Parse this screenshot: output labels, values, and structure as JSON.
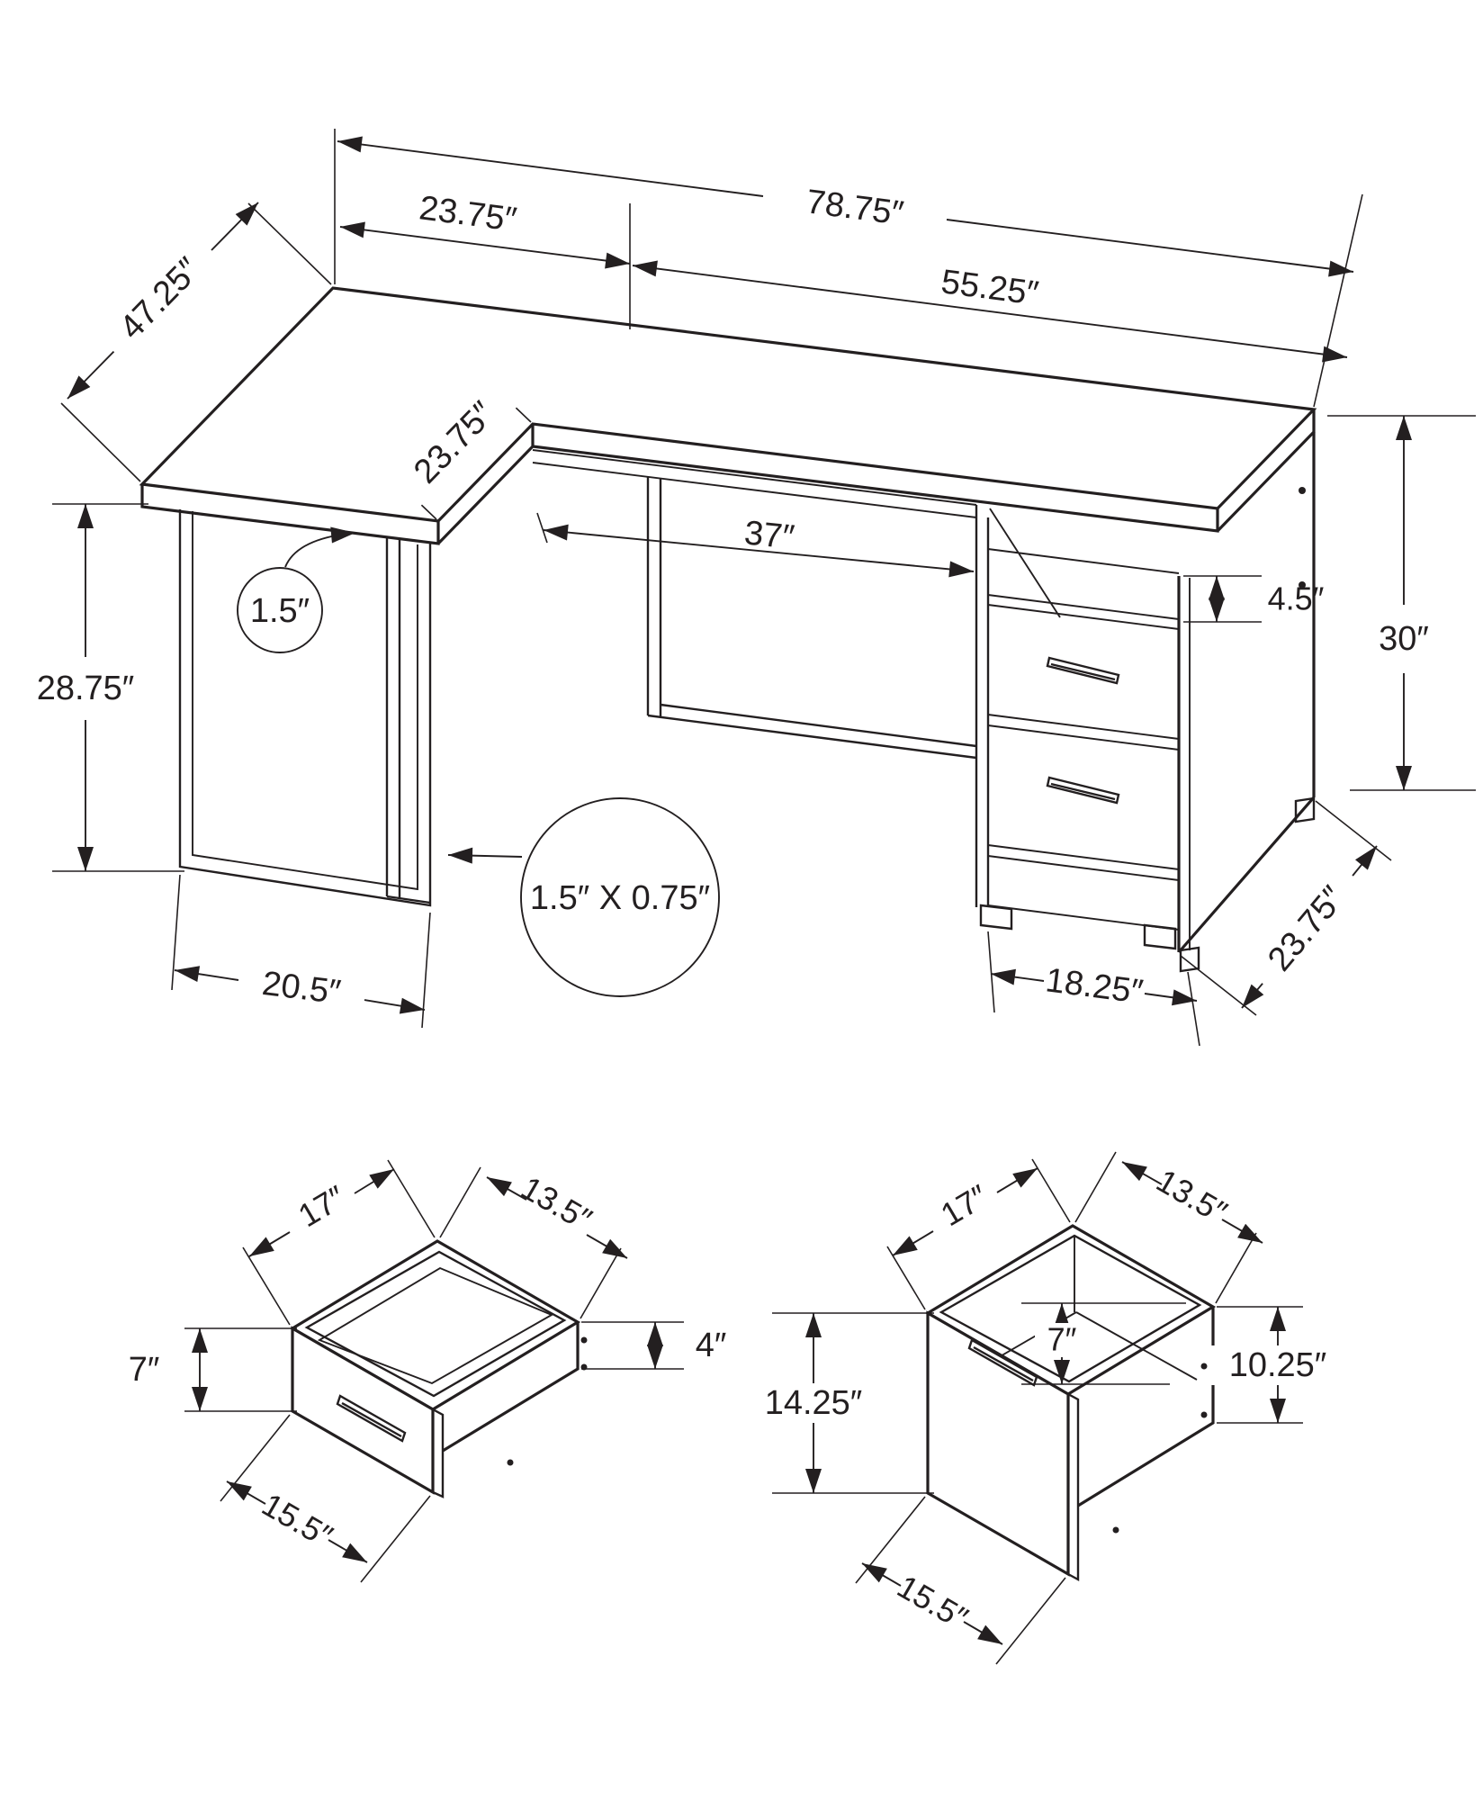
{
  "figure": {
    "type": "furniture-dimension-diagram",
    "product": "l-shaped-computer-desk",
    "colors": {
      "line": "#231f20",
      "background": "#ffffff"
    }
  },
  "main_view": {
    "dims": {
      "total_width": "78.75″",
      "left_section_width": "23.75″",
      "right_section_width": "55.25″",
      "left_depth": "47.25″",
      "corner_depth": "23.75″",
      "top_thickness": "1.5″",
      "left_height": "28.75″",
      "knee_clearance": "37″",
      "cubby_height": "4.5″",
      "overall_height": "30″",
      "leg_base_width": "20.5″",
      "leg_tube": "1.5″ X 0.75″",
      "cabinet_width": "18.25″",
      "right_depth": "23.75″"
    }
  },
  "small_drawer_view": {
    "dims": {
      "width": "17″",
      "depth": "13.5″",
      "front_height": "7″",
      "side_height": "4″",
      "front_width": "15.5″"
    }
  },
  "large_drawer_view": {
    "dims": {
      "width": "17″",
      "depth": "13.5″",
      "inner_depth": "7″",
      "front_height": "14.25″",
      "side_height": "10.25″",
      "front_width": "15.5″"
    }
  }
}
